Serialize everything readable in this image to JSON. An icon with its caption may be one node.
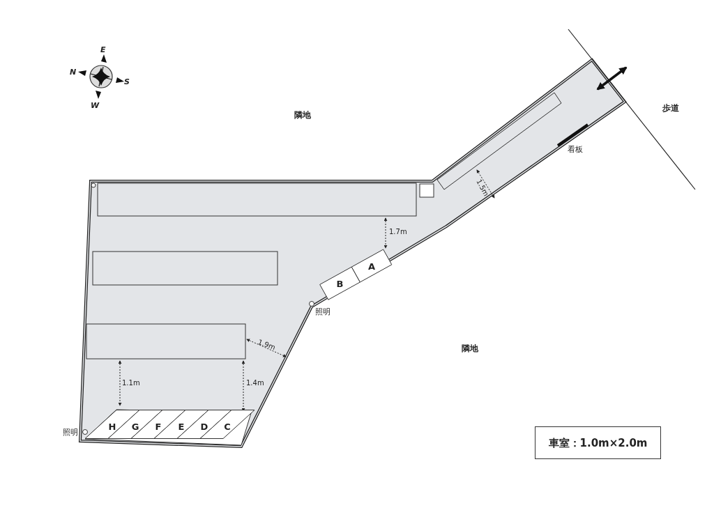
{
  "diagram": {
    "nodes": [
      {
        "text": [
          "A"
        ]
      },
      {
        "text": [
          "B"
        ]
      },
      {
        "text": [
          "H"
        ]
      },
      {
        "text": [
          "G"
        ]
      },
      {
        "text": [
          "F"
        ]
      },
      {
        "text": [
          "E"
        ]
      },
      {
        "text": [
          "D"
        ]
      },
      {
        "text": [
          "C"
        ]
      },
      {
        "text": [
          "車室：1.0m×2.0m"
        ]
      }
    ],
    "labels": [
      "E",
      "N",
      "S",
      "W",
      "歩道",
      "隣地",
      "看板",
      "1.5m",
      "1.7m",
      "照明",
      "1.9m",
      "隣地",
      "1.1m",
      "1.4m",
      "照明"
    ]
  }
}
